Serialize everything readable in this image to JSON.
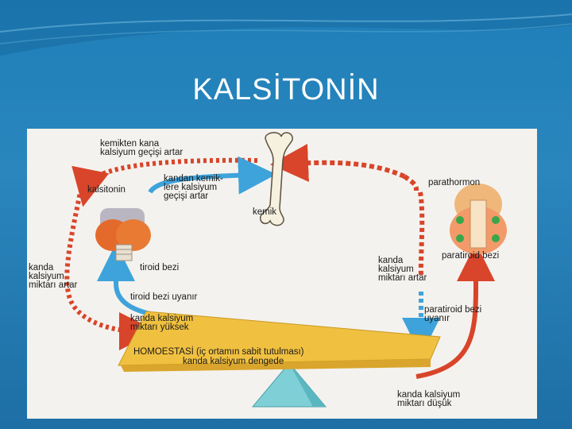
{
  "slide": {
    "title": "KALSİTONİN",
    "colors": {
      "background": "#2080b9",
      "red_arrow": "#d8452a",
      "blue_arrow": "#3ea3da",
      "plank": "#f0c040",
      "fulcrum": "#7fcfd6"
    }
  },
  "diagram": {
    "labels": {
      "kemikten_kana": "kemikten kana\nkalsiyum geçişi artar",
      "kalsitonin": "kalsitonin",
      "kandan_kemik": "kandan kemik-\nlere kalsiyum\ngeçişi artar",
      "kemik": "kemik",
      "parathormon": "parathormon",
      "kanda_artar_left": "kanda\nkalsiyum\nmiktarı artar",
      "tiroid_bezi": "tiroid bezi",
      "tiroid_uyanir": "tiroid bezi uyanır",
      "kanda_yuksek": "kanda kalsiyum\nmiktarı yüksek",
      "homeostasi": "HOMOESTASİ (iç ortamın sabit tutulması)",
      "kanda_dengede": "kanda kalsiyum dengede",
      "kanda_artar_right": "kanda\nkalsiyum\nmiktarı artar",
      "paratiroid_bezi": "paratiroid bezi",
      "paratiroid_uyanir": "paratiroid bezi\nuyanır",
      "kanda_dusuk": "kanda kalsiyum\nmiktarı düşük"
    },
    "icons": [
      "bone-icon",
      "thyroid-gland-icon",
      "parathyroid-gland-icon",
      "seesaw-icon"
    ]
  }
}
